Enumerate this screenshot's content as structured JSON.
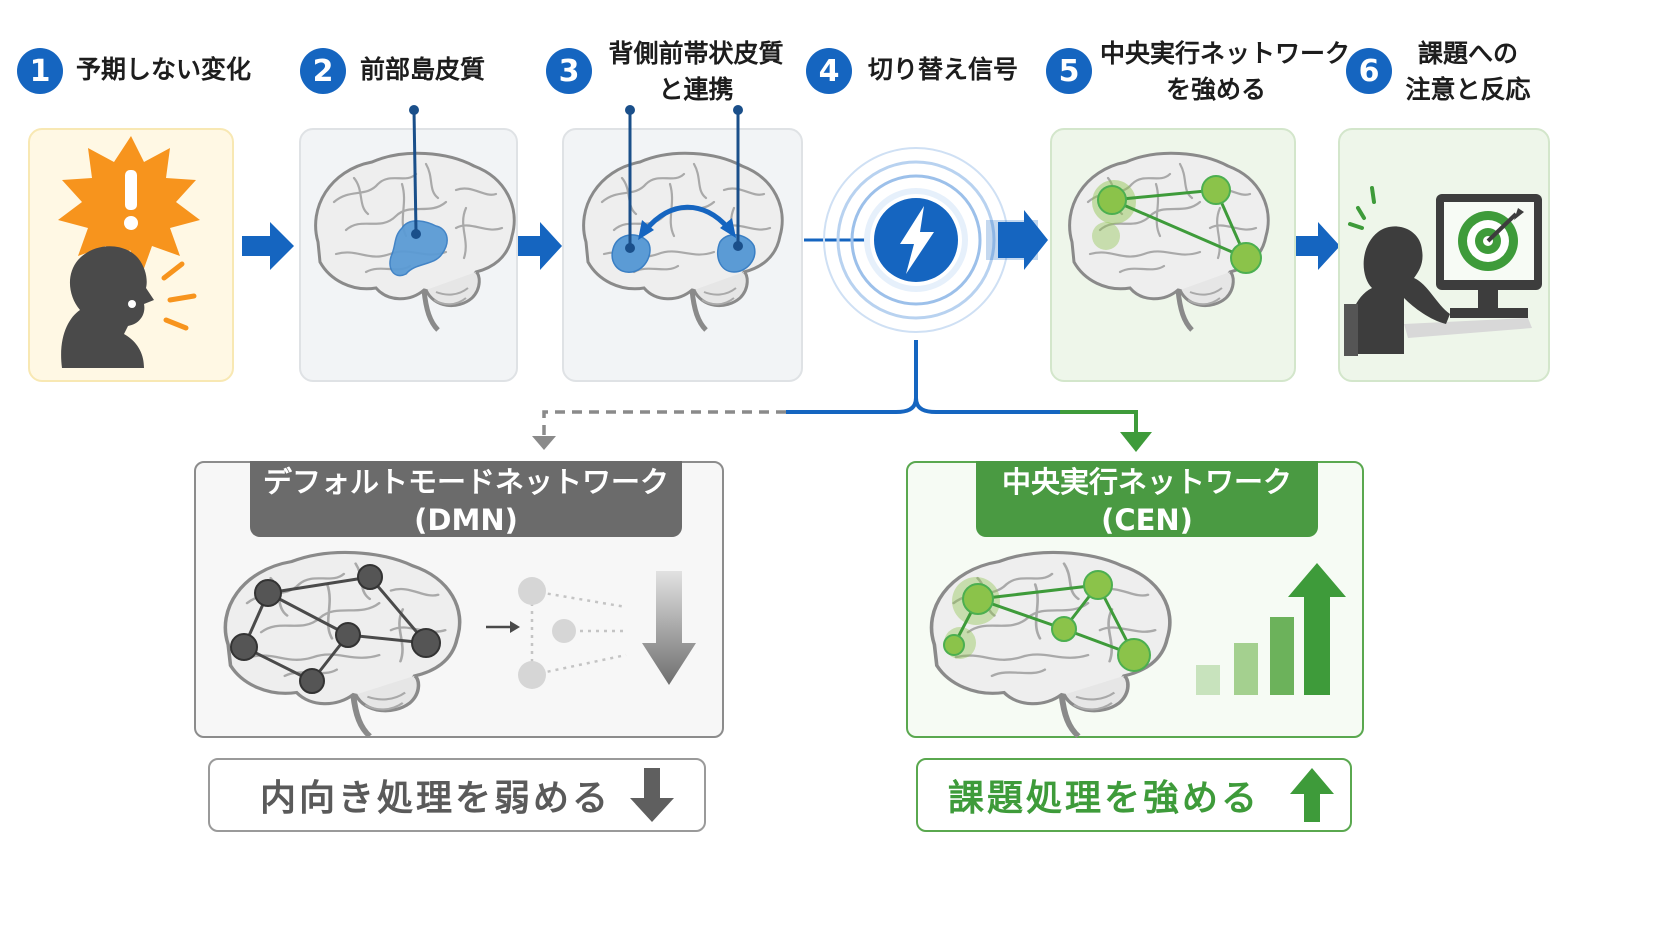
{
  "steps": [
    {
      "num": "1",
      "label": "予期しない変化"
    },
    {
      "num": "2",
      "label": "前部島皮質"
    },
    {
      "num": "3",
      "label_line1": "背側前帯状皮質",
      "label_line2": "と連携"
    },
    {
      "num": "4",
      "label": "切り替え信号"
    },
    {
      "num": "5",
      "label_line1": "中央実行ネットワーク",
      "label_line2": "を強める"
    },
    {
      "num": "6",
      "label_line1": "課題への",
      "label_line2": "注意と反応"
    }
  ],
  "dmn": {
    "title_line1": "デフォルトモードネットワーク",
    "title_line2": "(DMN)",
    "result": "内向き処理を弱める"
  },
  "cen": {
    "title_line1": "中央実行ネットワーク",
    "title_line2": "(CEN)",
    "result": "課題処理を強める"
  },
  "colors": {
    "blue": "#1565c0",
    "green": "#3e9b3a",
    "gray": "#6b6b6b",
    "orange": "#f7941d"
  }
}
